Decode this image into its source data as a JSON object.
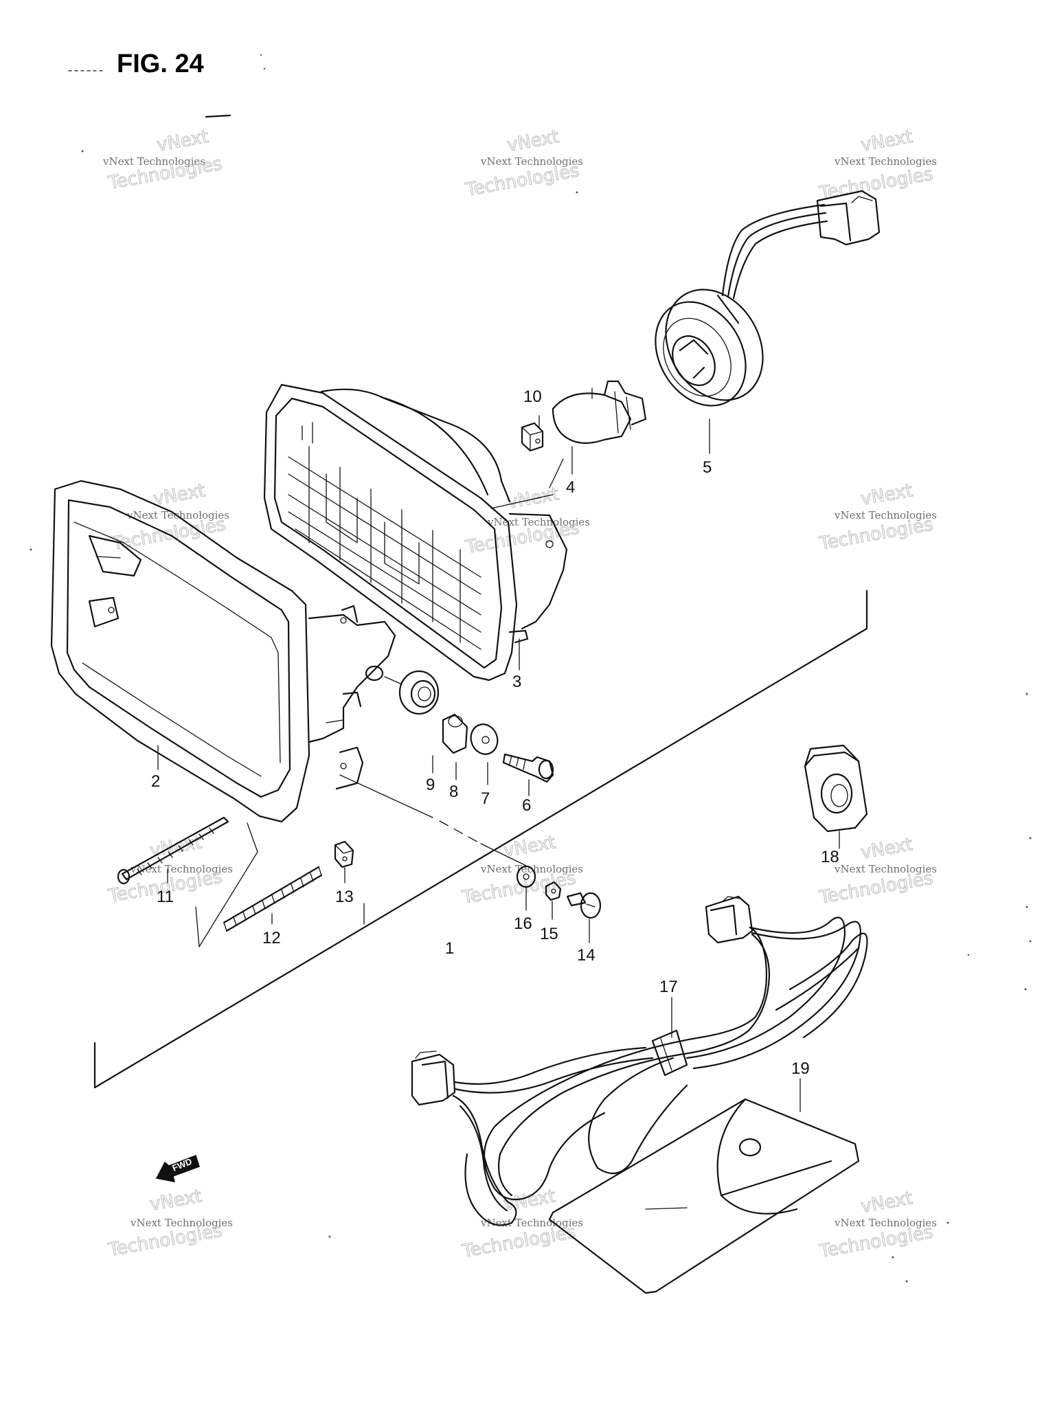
{
  "figure": {
    "title": "FIG. 24",
    "fwd_label": "FWD",
    "watermark": {
      "line1": "vNext Technologies",
      "line2": "Technologies",
      "line3": "vNext"
    }
  },
  "callouts": [
    {
      "id": "1",
      "text": "1"
    },
    {
      "id": "2",
      "text": "2"
    },
    {
      "id": "3",
      "text": "3"
    },
    {
      "id": "4",
      "text": "4"
    },
    {
      "id": "5",
      "text": "5"
    },
    {
      "id": "6",
      "text": "6"
    },
    {
      "id": "7",
      "text": "7"
    },
    {
      "id": "8",
      "text": "8"
    },
    {
      "id": "9",
      "text": "9"
    },
    {
      "id": "10",
      "text": "10"
    },
    {
      "id": "11",
      "text": "11"
    },
    {
      "id": "12",
      "text": "12"
    },
    {
      "id": "13",
      "text": "13"
    },
    {
      "id": "14",
      "text": "14"
    },
    {
      "id": "15",
      "text": "15"
    },
    {
      "id": "16",
      "text": "16"
    },
    {
      "id": "17",
      "text": "17"
    },
    {
      "id": "18",
      "text": "18"
    },
    {
      "id": "19",
      "text": "19"
    }
  ]
}
